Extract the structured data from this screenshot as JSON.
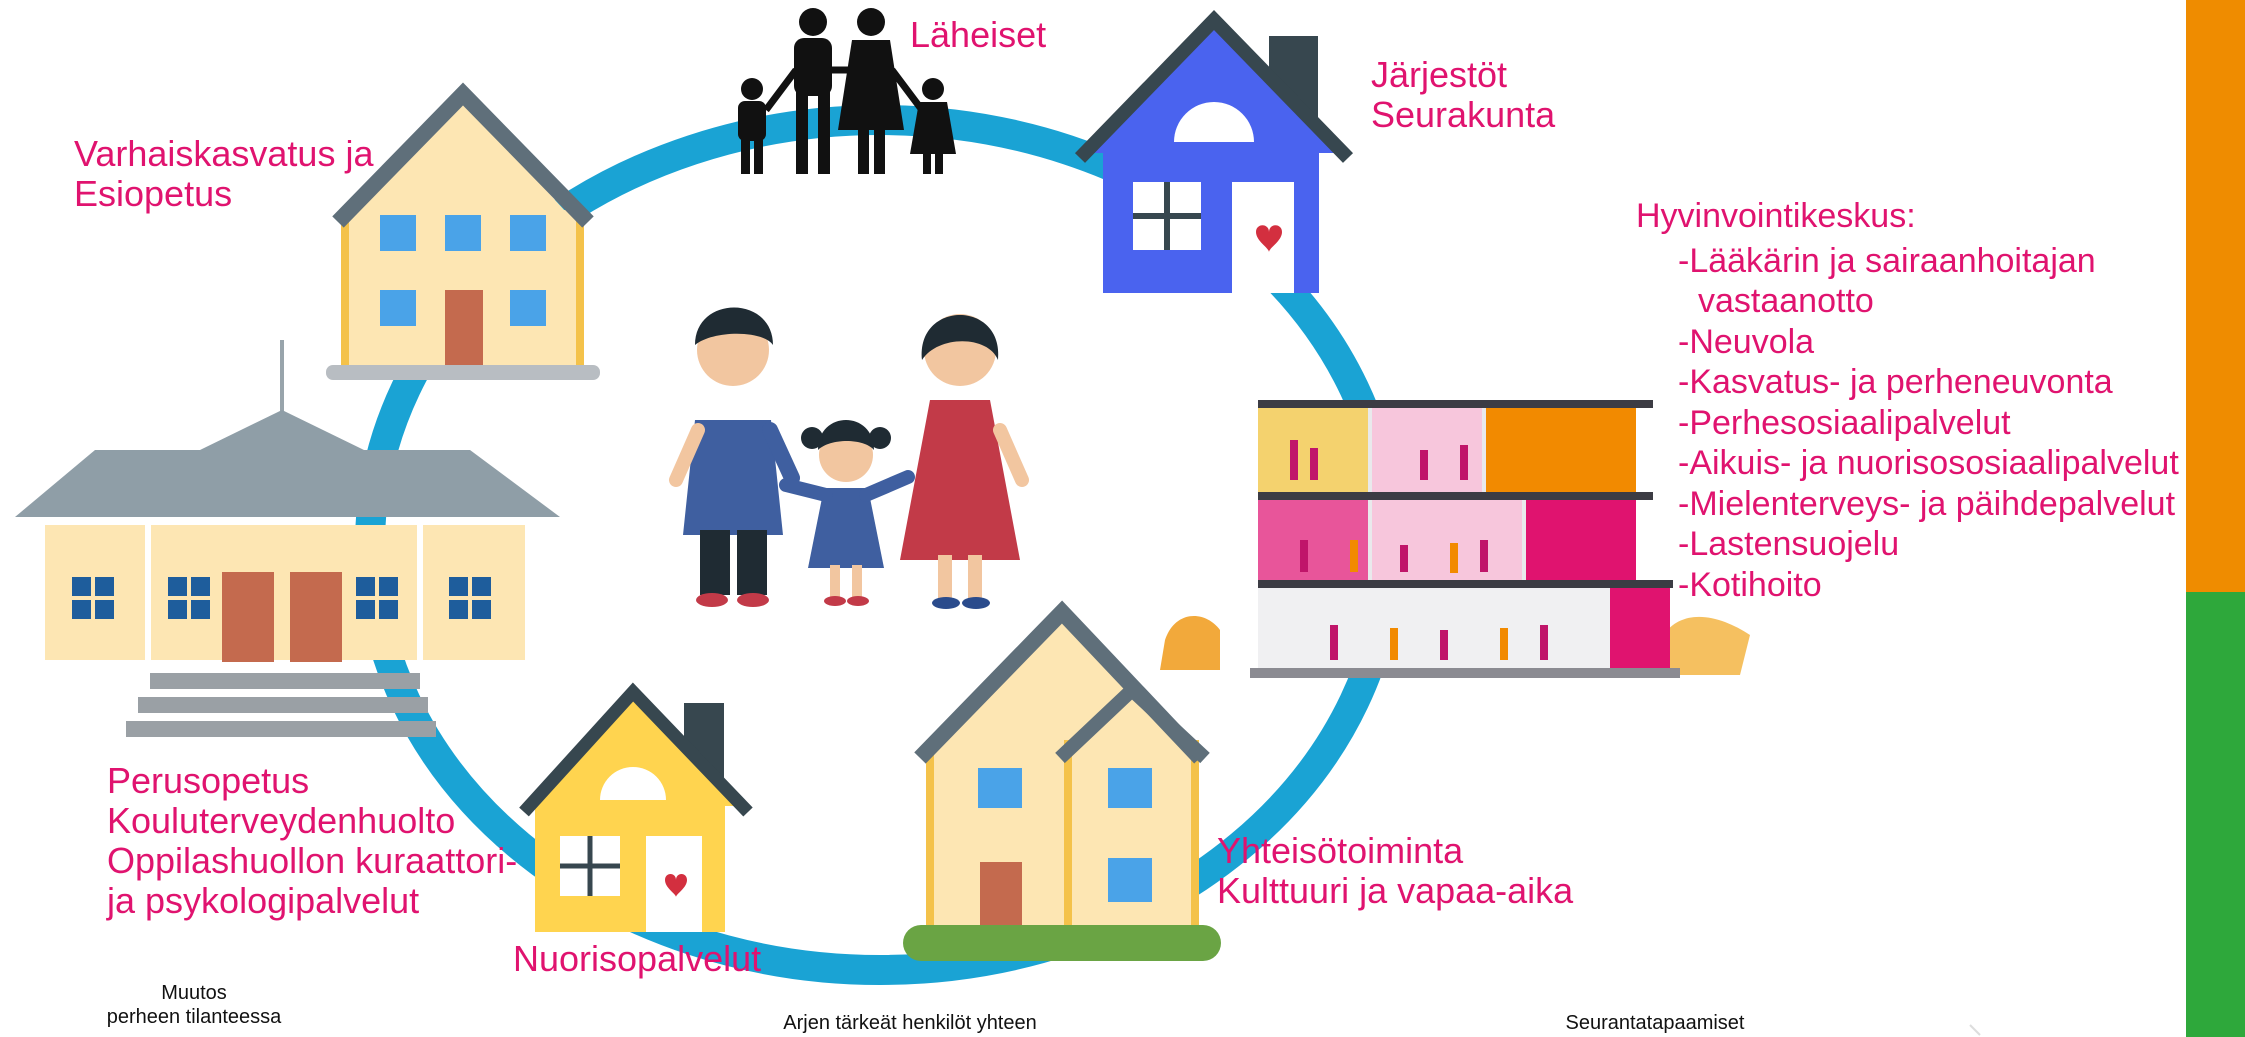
{
  "labels": {
    "laheiset": "Läheiset",
    "jarjestot": "Järjestöt",
    "seurakunta": "Seurakunta",
    "varhais_1": "Varhaiskasvatus ja",
    "varhais_2": "Esiopetus",
    "perus_1": "Perusopetus",
    "perus_2": "Kouluterveydenhuolto",
    "perus_3": "Oppilashuollon kuraattori-",
    "perus_4": "ja psykologipalvelut",
    "nuoriso": "Nuorisopalvelut",
    "yhteiso_1": "Yhteisötoiminta",
    "yhteiso_2": "Kulttuuri ja vapaa-aika"
  },
  "hyvinvointikeskus": {
    "title": "Hyvinvointikeskus:",
    "items": [
      "-Lääkärin ja sairaanhoitajan",
      "vastaanotto",
      "-Neuvola",
      "-Kasvatus- ja perheneuvonta",
      "-Perhesosiaalipalvelut",
      "-Aikuis- ja nuorisososiaalipalvelut",
      "-Mielenterveys- ja päihdepalvelut",
      "-Lastensuojelu",
      "-Kotihoito"
    ]
  },
  "captions": {
    "muutos_1": "Muutos",
    "muutos_2": "perheen  tilanteessa",
    "arjen": "Arjen tärkeät henkilöt yhteen",
    "seuranta": "Seurantatapaamiset"
  },
  "colors": {
    "label": "#e0136f",
    "ring": "#1aa3d4",
    "bar_top": "#ef8c00",
    "bar_bottom": "#2ea83b"
  },
  "icons": [
    "family-silhouette-icon",
    "blue-house-icon",
    "kindergarten-house-icon",
    "school-building-icon",
    "welfare-center-icon",
    "small-yellow-house-icon",
    "large-house-icon",
    "central-family-icon"
  ]
}
